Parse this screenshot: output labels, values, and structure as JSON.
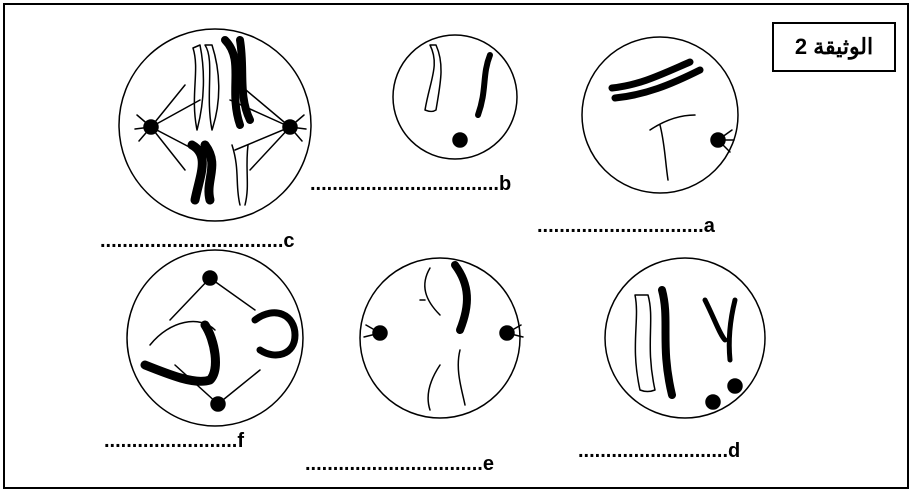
{
  "document_title": "الوثيقة 2",
  "cells": [
    {
      "letter": "a",
      "blank": ".............................."
    },
    {
      "letter": "b",
      "blank": ".................................."
    },
    {
      "letter": "c",
      "blank": "................................."
    },
    {
      "letter": "d",
      "blank": "..........................."
    },
    {
      "letter": "e",
      "blank": "................................"
    },
    {
      "letter": "f",
      "blank": "........................"
    }
  ],
  "colors": {
    "line": "#000000",
    "background": "#ffffff"
  }
}
